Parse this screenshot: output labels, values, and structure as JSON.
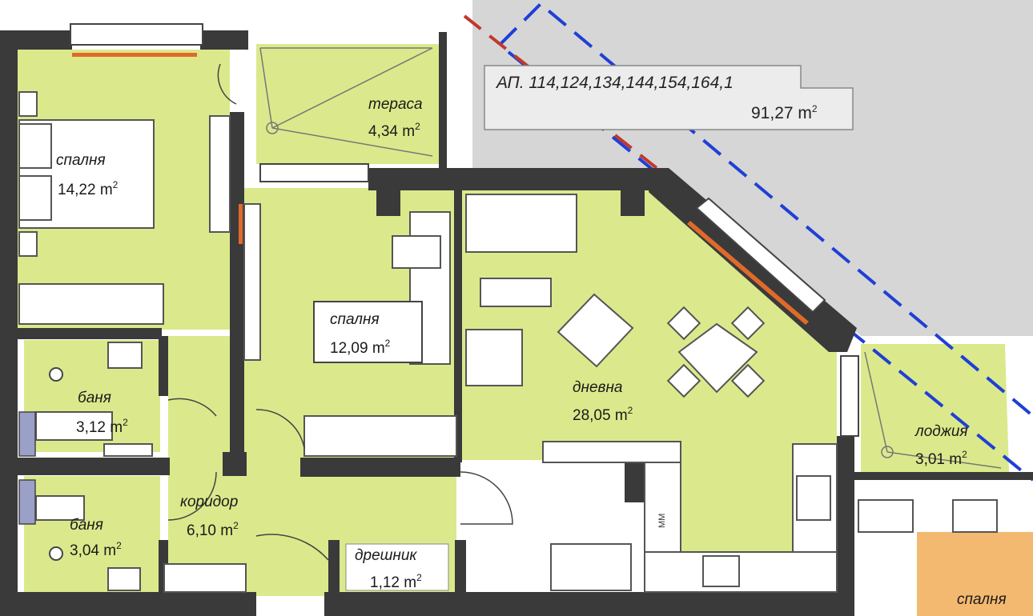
{
  "apartment": {
    "label": "АП. 114,124,134,144,154,164,1",
    "area": "91,27 m",
    "area_sup": "2"
  },
  "rooms": [
    {
      "id": "bedroom-1",
      "name": "спалня",
      "area": "14,22 m",
      "sup": "2"
    },
    {
      "id": "terrace",
      "name": "терасa",
      "area": "4,34 m",
      "sup": "2"
    },
    {
      "id": "bedroom-2",
      "name": "спалня",
      "area": "12,09 m",
      "sup": "2"
    },
    {
      "id": "bath-1",
      "name": "баня",
      "area": "3,12 m",
      "sup": "2"
    },
    {
      "id": "bath-2",
      "name": "баня",
      "area": "3,04 m",
      "sup": "2"
    },
    {
      "id": "corridor",
      "name": "коридор",
      "area": "6,10 m",
      "sup": "2"
    },
    {
      "id": "closet",
      "name": "дрешник",
      "area": "1,12 m",
      "sup": "2"
    },
    {
      "id": "living",
      "name": "дневна",
      "area": "28,05 m",
      "sup": "2"
    },
    {
      "id": "loggia",
      "name": "лоджия",
      "area": "3,01 m",
      "sup": "2"
    },
    {
      "id": "bedroom-3",
      "name": "спалня"
    }
  ],
  "fixtures": {
    "fridge_label": "ММ"
  },
  "colors": {
    "room_fill": "#dbe98c",
    "neighbor_fill": "#f4b970",
    "wall": "#3a3a3a",
    "outside": "#d6d6d6",
    "dash_blue": "#1f3fd6",
    "dash_red": "#c0392b"
  }
}
